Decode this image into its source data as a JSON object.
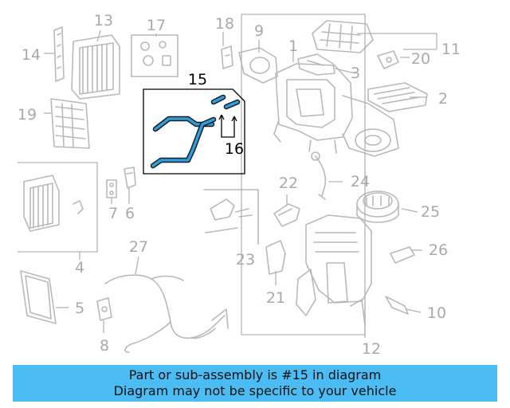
{
  "diagram": {
    "highlight_color": "#2a9ee0",
    "banner_color": "#4bbcf4",
    "callouts": {
      "c1": "1",
      "c2": "2",
      "c3": "3",
      "c4": "4",
      "c5": "5",
      "c6": "6",
      "c7": "7",
      "c8": "8",
      "c9": "9",
      "c10": "10",
      "c11": "11",
      "c12": "12",
      "c13": "13",
      "c14": "14",
      "c15": "15",
      "c16": "16",
      "c17": "17",
      "c18": "18",
      "c19": "19",
      "c20": "20",
      "c21": "21",
      "c22": "22",
      "c23": "23",
      "c24": "24",
      "c25": "25",
      "c26": "26",
      "c27": "27"
    }
  },
  "banner": {
    "line1": "Part or sub-assembly is #15 in diagram",
    "line2": "Diagram may not be specific to your vehicle"
  }
}
